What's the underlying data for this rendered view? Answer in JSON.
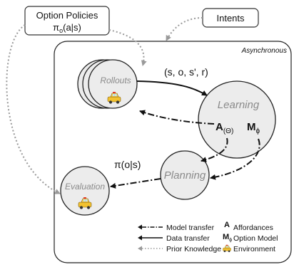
{
  "boxes": {
    "option_policies": {
      "line1": "Option Policies",
      "line2": "π",
      "line2_sub": "o",
      "line2_rest": "(a|s)"
    },
    "intents": {
      "label": "Intents"
    },
    "container": {
      "label": "Asynchronous"
    }
  },
  "nodes": {
    "rollouts": {
      "label": "Rollouts",
      "icon": "taxi-icon"
    },
    "learning": {
      "label": "Learning",
      "affordance_symbol": "A",
      "affordance_sub": "(Θ)",
      "model_symbol": "M",
      "model_sub": "ϕ"
    },
    "planning": {
      "label": "Planning"
    },
    "evaluation": {
      "label": "Evaluation",
      "icon": "taxi-icon"
    }
  },
  "edge_labels": {
    "transition": "(s, o, s', r)",
    "policy": "π(o|s)"
  },
  "legend": {
    "model_transfer": "Model transfer",
    "data_transfer": "Data transfer",
    "prior_knowledge": "Prior Knowledge",
    "affordances_symbol": "A",
    "affordances": "Affordances",
    "option_model_symbol": "M",
    "option_model_sub": "ϕ",
    "option_model": "Option Model",
    "environment_icon": "taxi-icon",
    "environment": "Environment"
  },
  "colors": {
    "node_fill": "#ececec",
    "node_stroke": "#222222",
    "prior_knowledge": "#9a9a9a",
    "taxi": "#f2c230"
  }
}
